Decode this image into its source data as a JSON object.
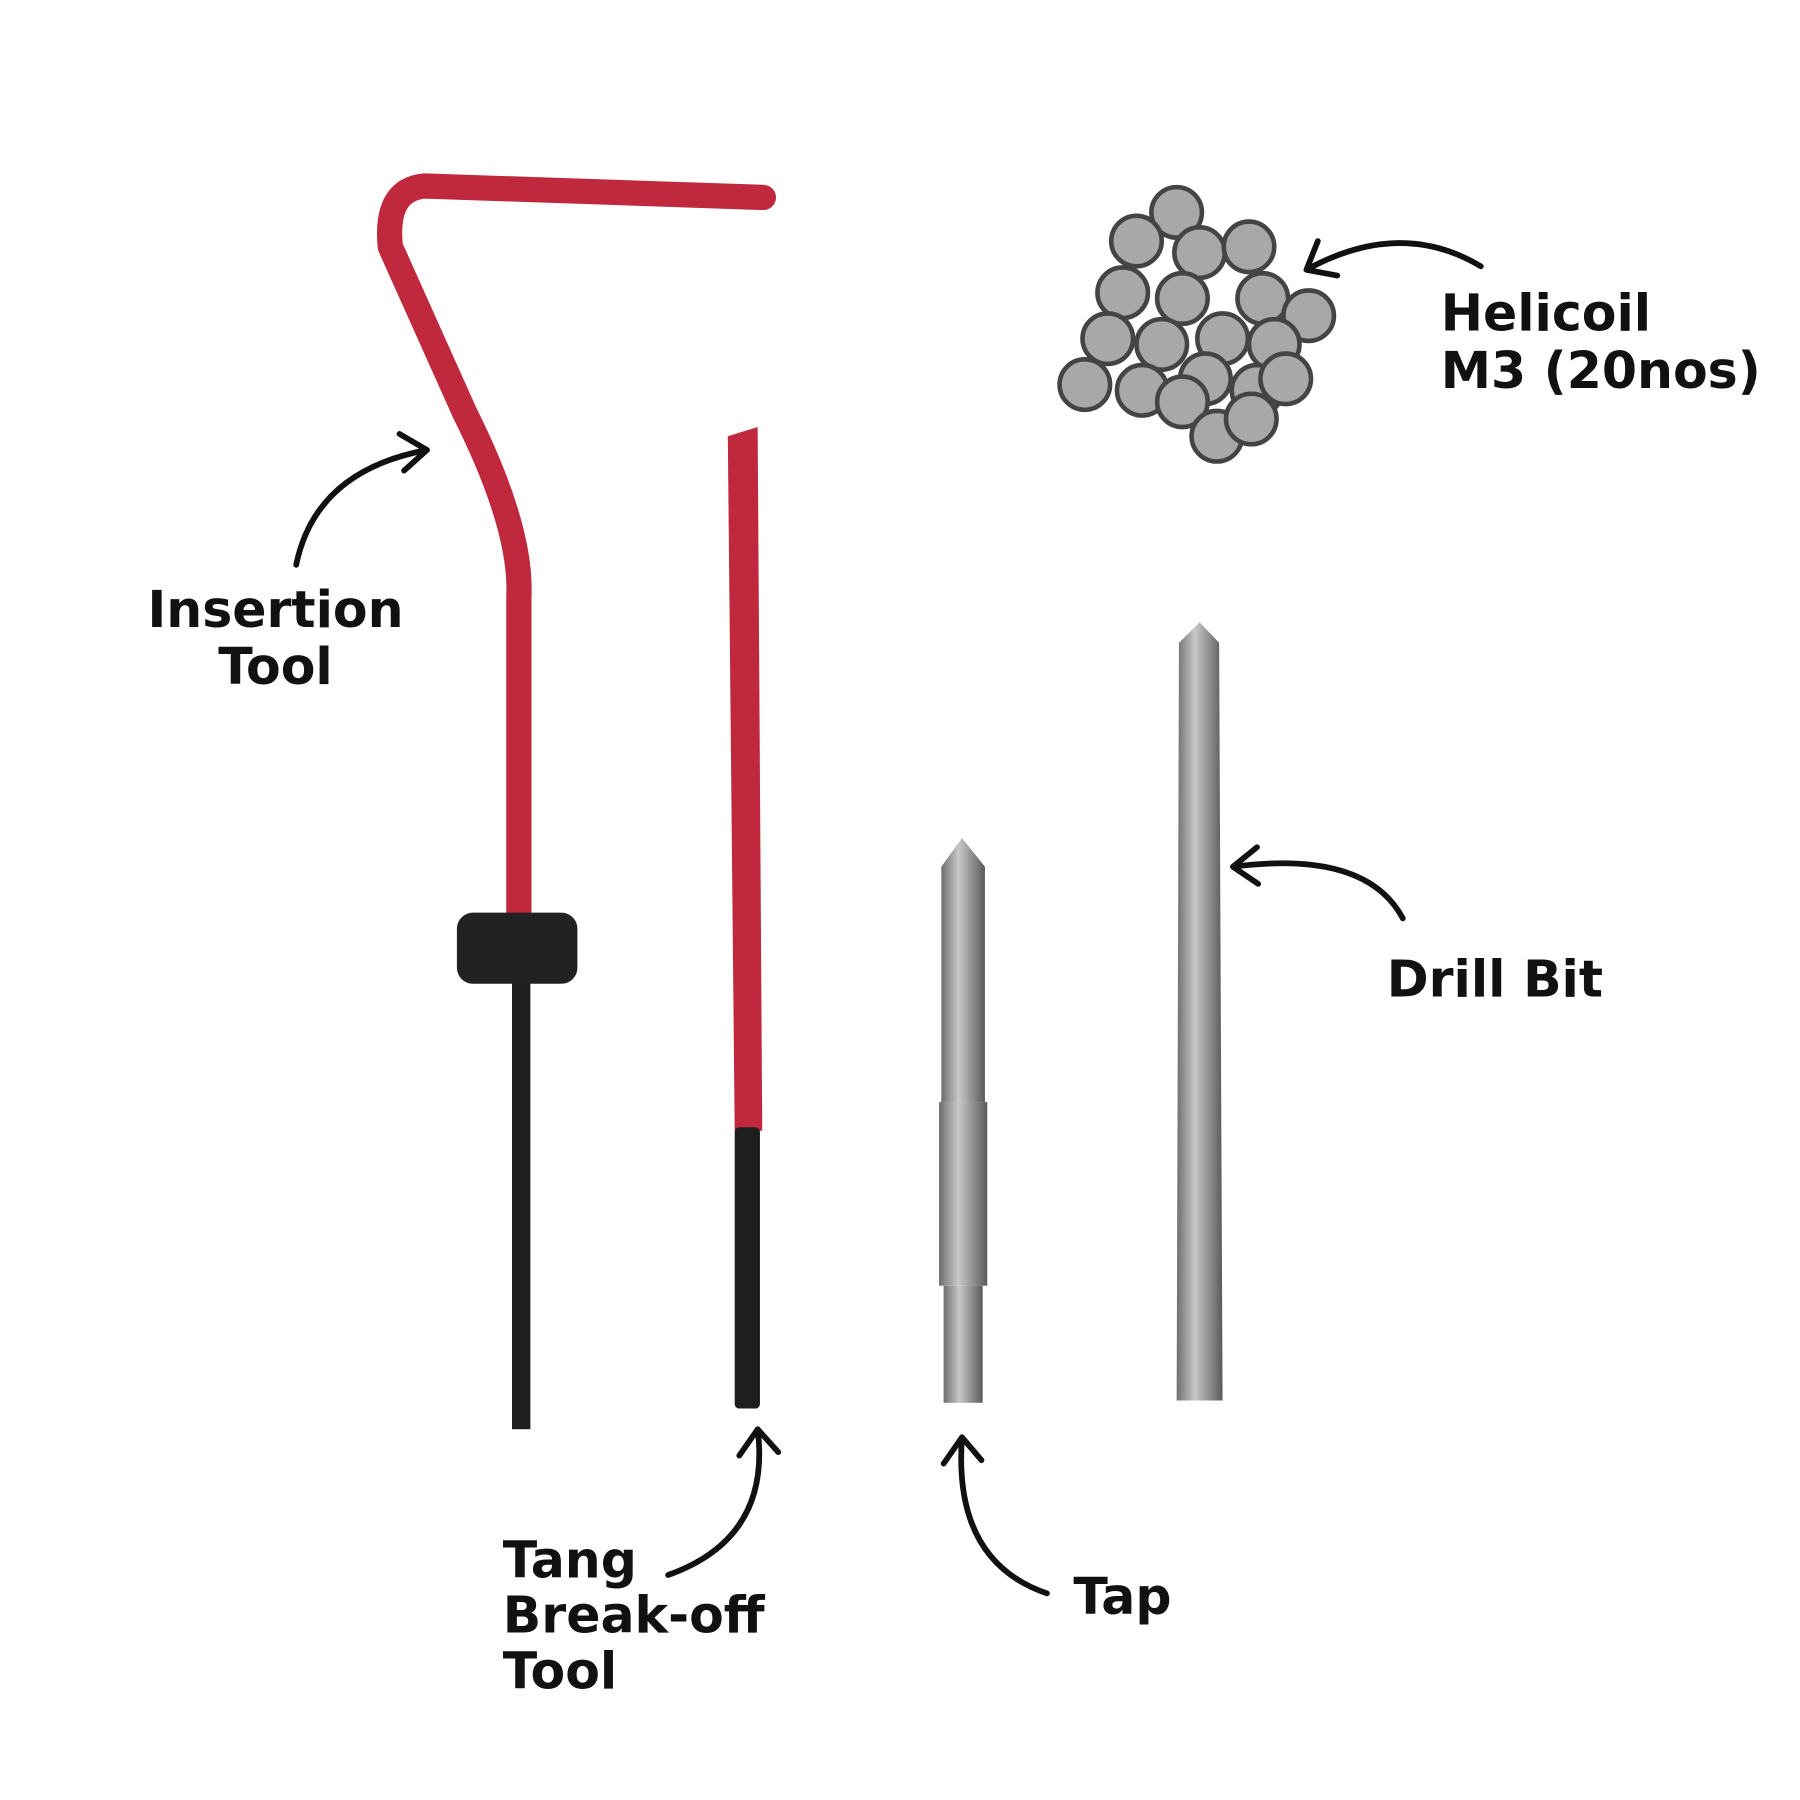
{
  "labels": {
    "insertion_tool": [
      "Insertion",
      "Tool"
    ],
    "helicoil": [
      "Helicoil",
      "M3 (20nos)"
    ],
    "drill_bit": "Drill Bit",
    "tap": "Tap",
    "tang_tool": [
      "Tang",
      "Break-off",
      "Tool"
    ]
  },
  "colors": {
    "handle_red": "#c0283d",
    "metal": "#9a9a9a",
    "black": "#1e1e1e"
  }
}
